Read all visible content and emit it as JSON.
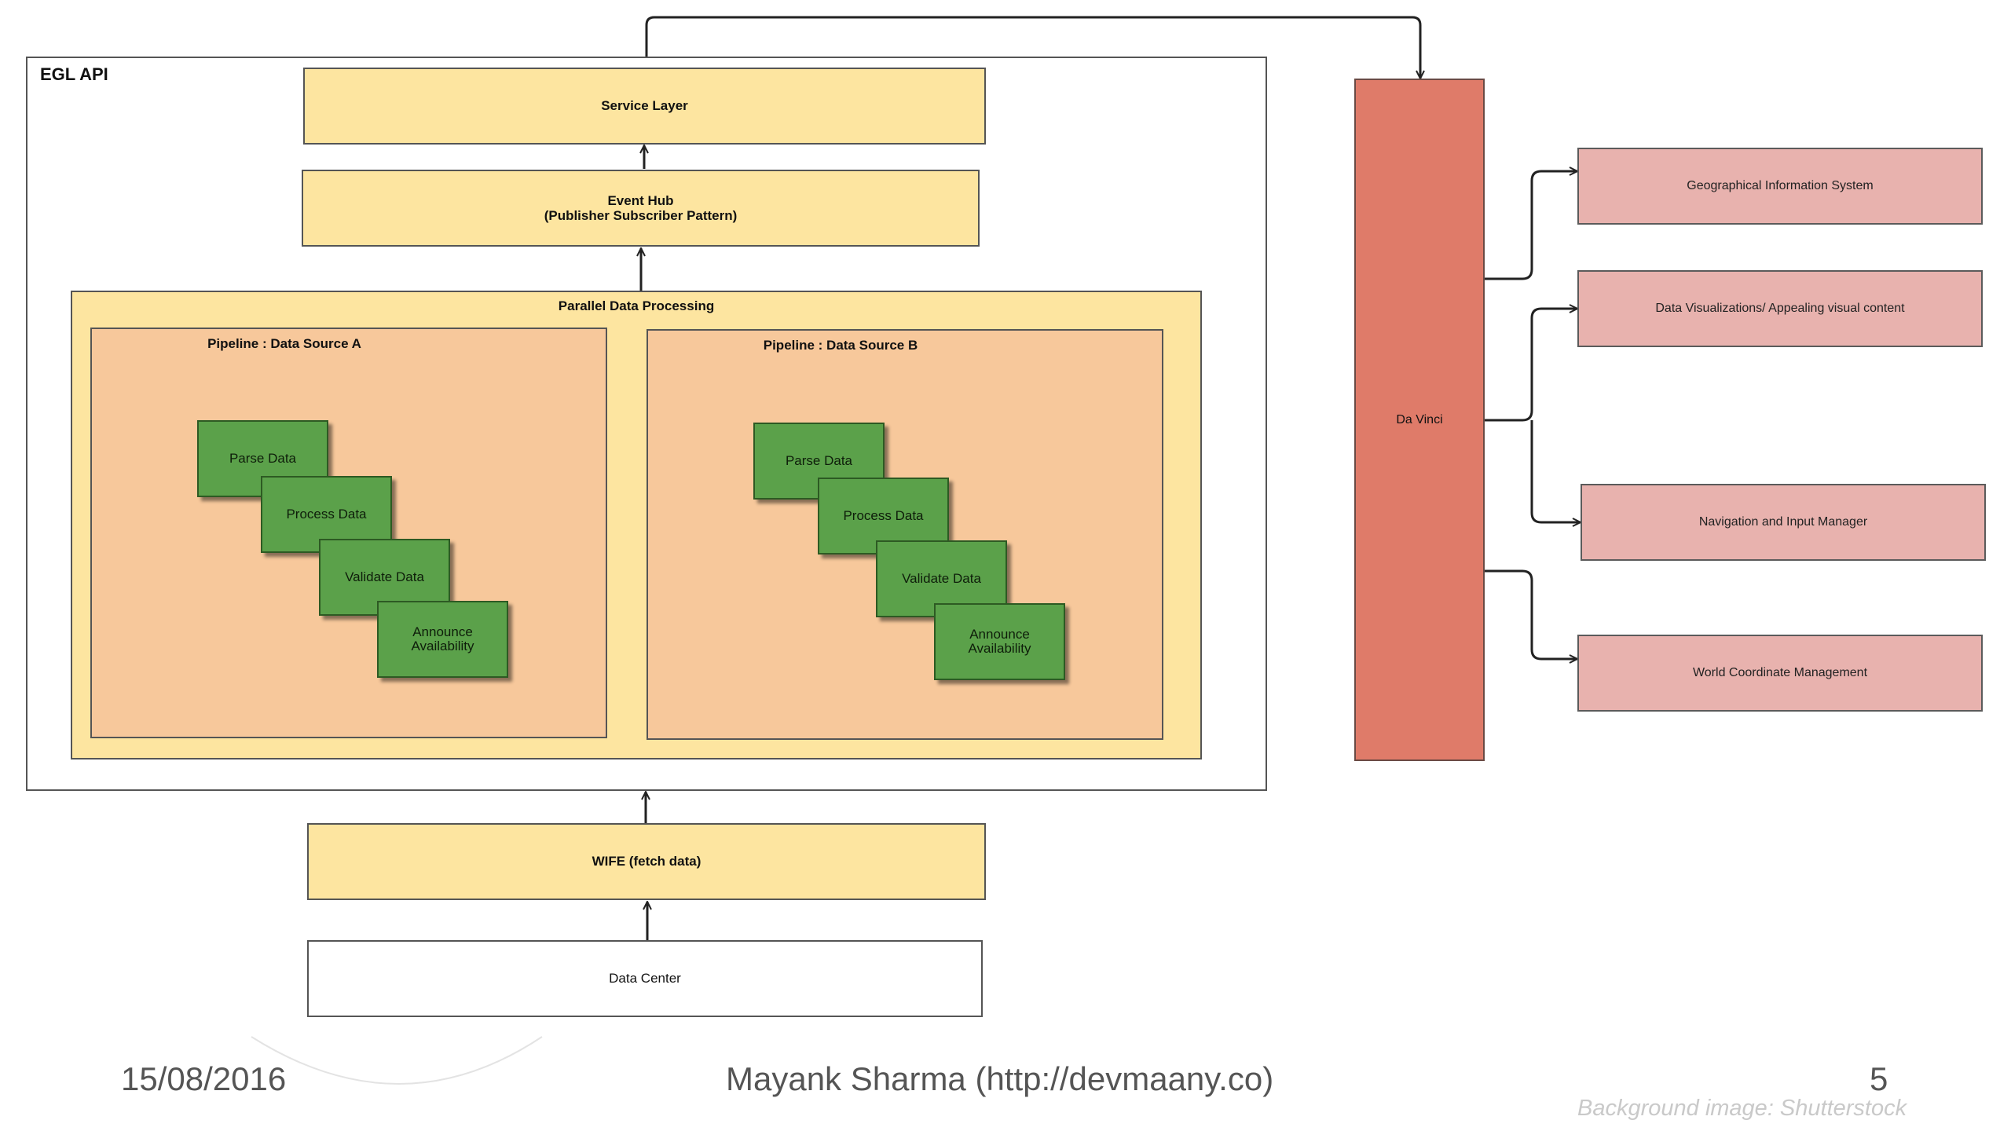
{
  "diagram": {
    "egl_api": "EGL API",
    "service_layer": "Service Layer",
    "event_hub": {
      "line1": "Event Hub",
      "line2": "(Publisher Subscriber Pattern)"
    },
    "parallel": "Parallel Data Processing",
    "pipeline_a": {
      "title": "Pipeline : Data Source A",
      "steps": [
        "Parse Data",
        "Process Data",
        "Validate Data"
      ],
      "announce": {
        "line1": "Announce",
        "line2": "Availability"
      }
    },
    "pipeline_b": {
      "title": "Pipeline : Data Source B",
      "steps": [
        "Parse Data",
        "Process Data",
        "Validate Data"
      ],
      "announce": {
        "line1": "Announce",
        "line2": "Availability"
      }
    },
    "wife": "WIFE (fetch data)",
    "data_center": "Data Center",
    "da_vinci": "Da Vinci",
    "modules": [
      "Geographical Information System",
      "Data Visualizations/ Appealing visual content",
      "Navigation and Input Manager",
      "World Coordinate Management"
    ]
  },
  "footer": {
    "date": "15/08/2016",
    "author": "Mayank Sharma (http://devmaany.co)",
    "page": "5",
    "credit": "Background image: Shutterstock"
  },
  "colors": {
    "yellow": "#fde5a0",
    "peach": "#f7c89b",
    "green": "#5ba14a",
    "da_vinci": "#df7b69",
    "module_pink": "#e8b2ae"
  }
}
